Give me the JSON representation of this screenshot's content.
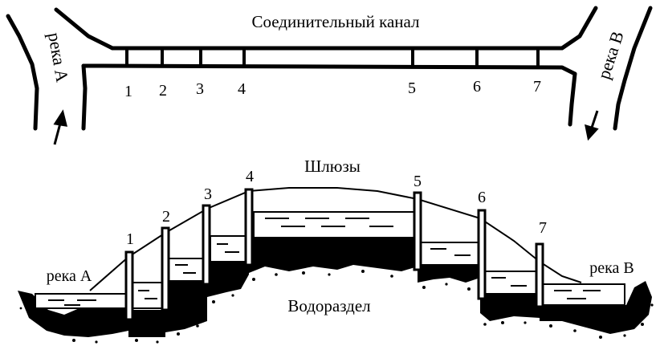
{
  "plan": {
    "title": "Соединительный канал",
    "river_left": "река А",
    "river_right": "река В",
    "lock_numbers": [
      "1",
      "2",
      "3",
      "4",
      "5",
      "6",
      "7"
    ]
  },
  "profile": {
    "title": "Шлюзы",
    "divide_label": "Водораздел",
    "river_left": "река А",
    "river_right": "река В",
    "lock_numbers": [
      "1",
      "2",
      "3",
      "4",
      "5",
      "6",
      "7"
    ]
  },
  "colors": {
    "ink": "#000000",
    "background": "#ffffff"
  }
}
